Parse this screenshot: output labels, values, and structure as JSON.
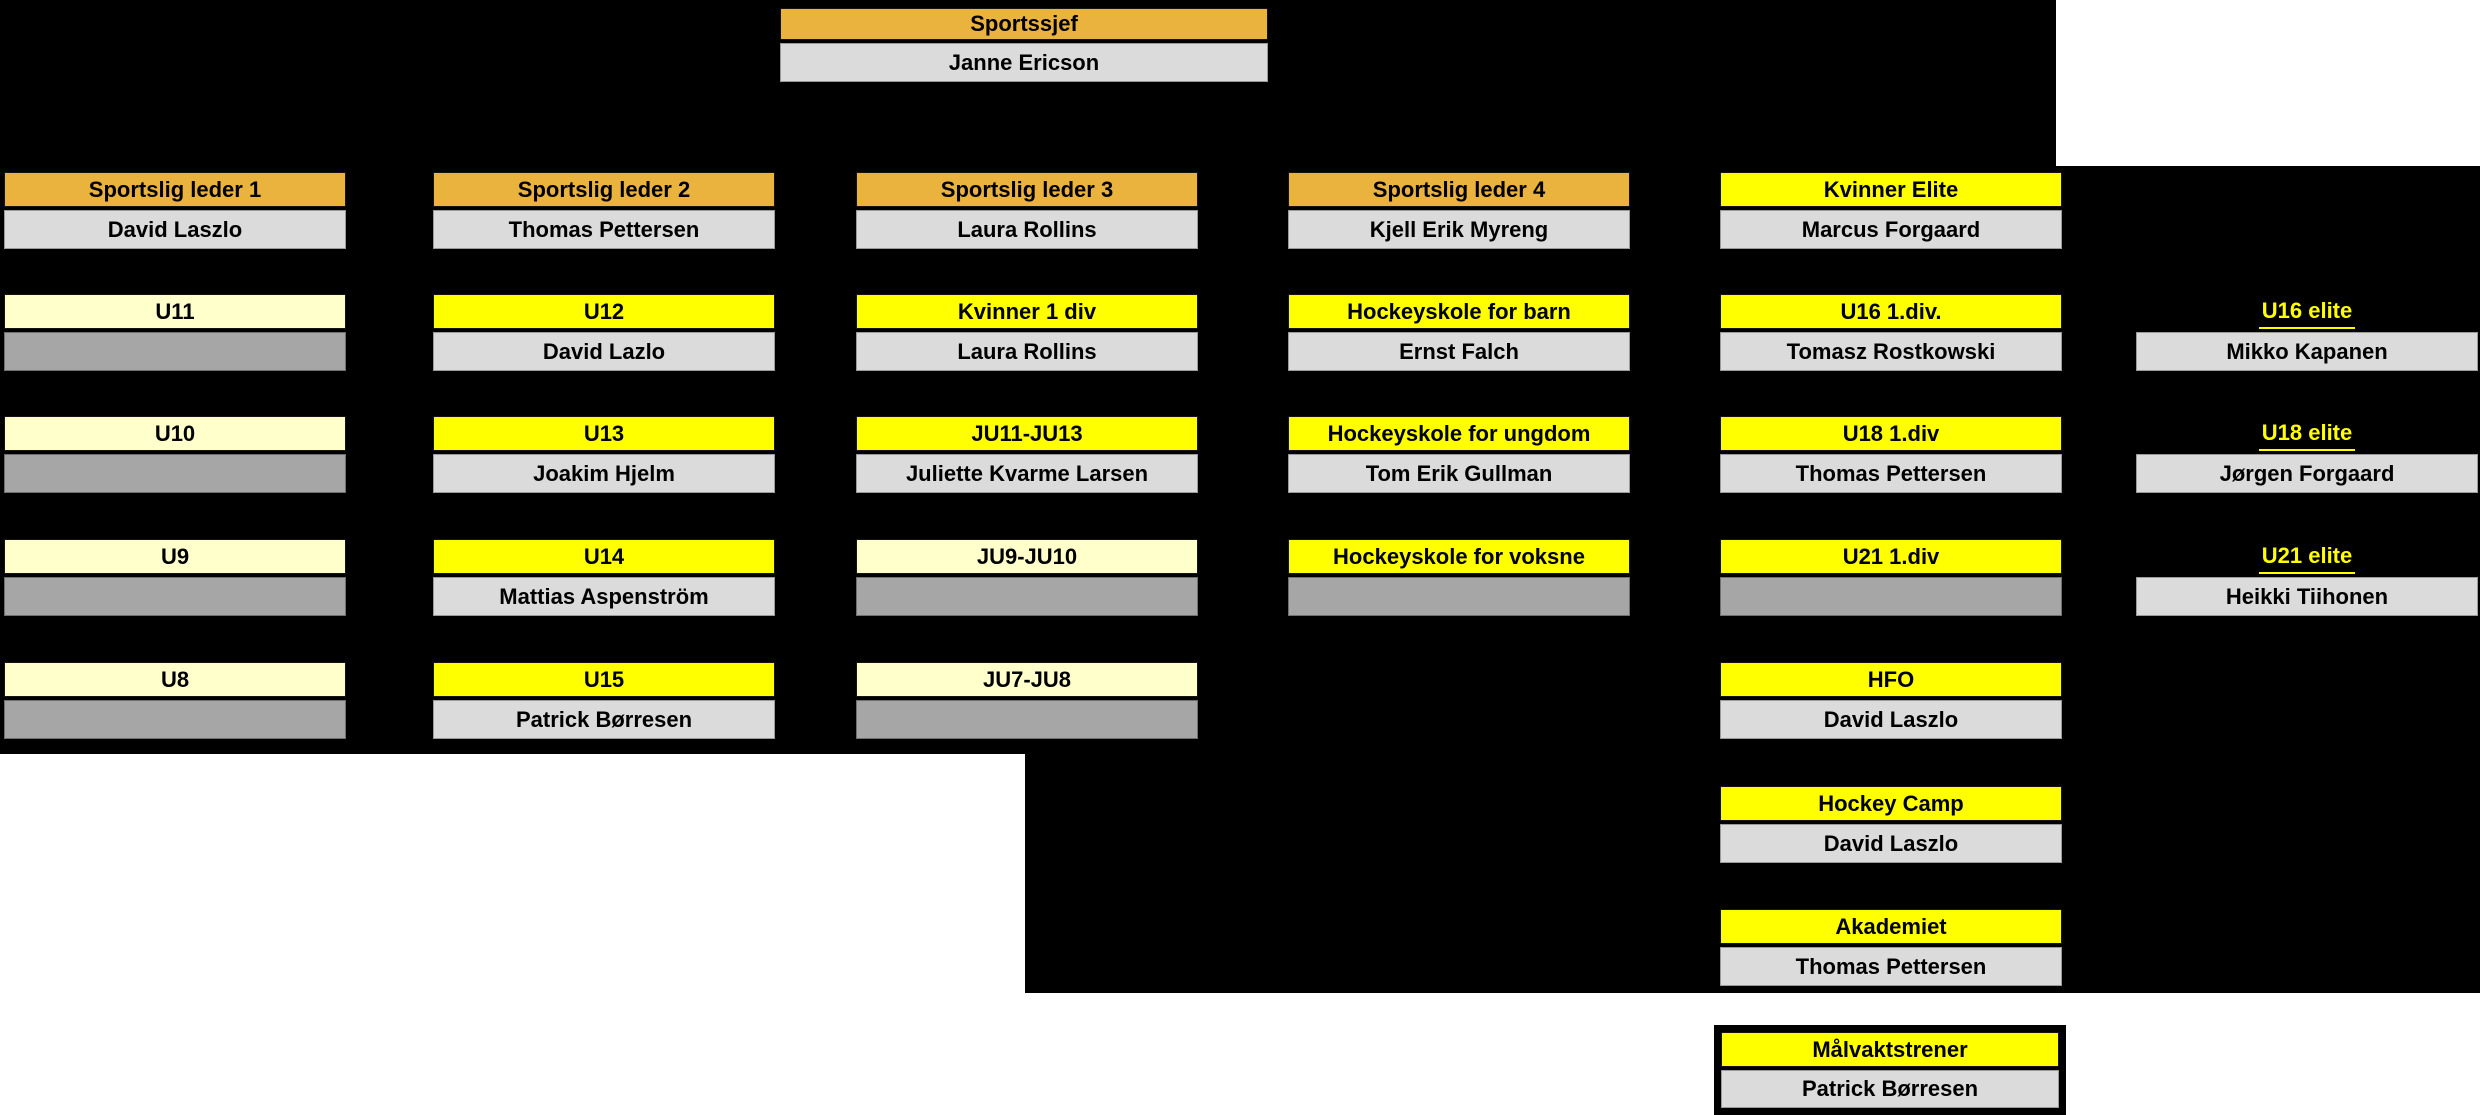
{
  "title_box": {
    "title": "Sportssjef",
    "person": "Janne Ericson",
    "variant": "gold"
  },
  "columns": [
    {
      "name": "col-1",
      "boxes": [
        {
          "row": "leader",
          "title": "Sportslig leder 1",
          "person": "David Laszlo",
          "variant": "gold"
        },
        {
          "row": "r0",
          "title": "U11",
          "person": "",
          "variant": "cream"
        },
        {
          "row": "r1",
          "title": "U10",
          "person": "",
          "variant": "cream"
        },
        {
          "row": "r2",
          "title": "U9",
          "person": "",
          "variant": "cream"
        },
        {
          "row": "r3",
          "title": "U8",
          "person": "",
          "variant": "cream"
        }
      ]
    },
    {
      "name": "col-2",
      "boxes": [
        {
          "row": "leader",
          "title": "Sportslig leder 2",
          "person": "Thomas Pettersen",
          "variant": "gold"
        },
        {
          "row": "r0",
          "title": "U12",
          "person": "David Lazlo",
          "variant": "yellow"
        },
        {
          "row": "r1",
          "title": "U13",
          "person": "Joakim Hjelm",
          "variant": "yellow"
        },
        {
          "row": "r2",
          "title": "U14",
          "person": "Mattias Aspenström",
          "variant": "yellow"
        },
        {
          "row": "r3",
          "title": "U15",
          "person": "Patrick Børresen",
          "variant": "yellow"
        }
      ]
    },
    {
      "name": "col-3",
      "boxes": [
        {
          "row": "leader",
          "title": "Sportslig leder 3",
          "person": "Laura Rollins",
          "variant": "gold"
        },
        {
          "row": "r0",
          "title": "Kvinner 1 div",
          "person": "Laura Rollins",
          "variant": "yellow"
        },
        {
          "row": "r1",
          "title": "JU11-JU13",
          "person": "Juliette Kvarme Larsen",
          "variant": "yellow"
        },
        {
          "row": "r2",
          "title": "JU9-JU10",
          "person": "",
          "variant": "cream"
        },
        {
          "row": "r3",
          "title": "JU7-JU8",
          "person": "",
          "variant": "cream"
        }
      ]
    },
    {
      "name": "col-4",
      "boxes": [
        {
          "row": "leader",
          "title": "Sportslig leder 4",
          "person": "Kjell Erik Myreng",
          "variant": "gold"
        },
        {
          "row": "r0",
          "title": "Hockeyskole for barn",
          "person": "Ernst Falch",
          "variant": "yellow"
        },
        {
          "row": "r1",
          "title": "Hockeyskole for ungdom",
          "person": "Tom Erik Gullman",
          "variant": "yellow"
        },
        {
          "row": "r2",
          "title": "Hockeyskole for voksne",
          "person": "",
          "variant": "yellow"
        }
      ]
    },
    {
      "name": "col-5",
      "boxes": [
        {
          "row": "leader",
          "title": "Kvinner Elite",
          "person": "Marcus Forgaard",
          "variant": "yellow"
        },
        {
          "row": "r0",
          "title": "U16 1.div.",
          "person": "Tomasz Rostkowski",
          "variant": "yellow"
        },
        {
          "row": "r1",
          "title": "U18 1.div",
          "person": "Thomas Pettersen",
          "variant": "yellow"
        },
        {
          "row": "r2",
          "title": "U21 1.div",
          "person": "",
          "variant": "yellow"
        },
        {
          "row": "r3",
          "title": "HFO",
          "person": "David Laszlo",
          "variant": "yellow"
        },
        {
          "row": "r4",
          "title": "Hockey Camp",
          "person": "David Laszlo",
          "variant": "yellow"
        },
        {
          "row": "r5",
          "title": "Akademiet",
          "person": "Thomas Pettersen",
          "variant": "yellow"
        },
        {
          "row": "r6",
          "title": "Målvaktstrener",
          "person": "Patrick Børresen",
          "variant": "yellow",
          "framed": true
        }
      ]
    },
    {
      "name": "col-6",
      "boxes": [
        {
          "row": "r0",
          "title": "U16 elite",
          "person": "Mikko Kapanen",
          "variant": "elite"
        },
        {
          "row": "r1",
          "title": "U18 elite",
          "person": "Jørgen Forgaard",
          "variant": "elite"
        },
        {
          "row": "r2",
          "title": "U21 elite",
          "person": "Heikki Tiihonen",
          "variant": "elite"
        }
      ]
    }
  ],
  "colors": {
    "background": "#000000",
    "canvas": "#FFFFFF",
    "gold": "#EAB33E",
    "yellow": "#FFFF00",
    "cream": "#FFFFCC",
    "body_filled": "#DBDBDB",
    "body_empty": "#A6A6A6",
    "elite_text": "#FFFF00"
  }
}
